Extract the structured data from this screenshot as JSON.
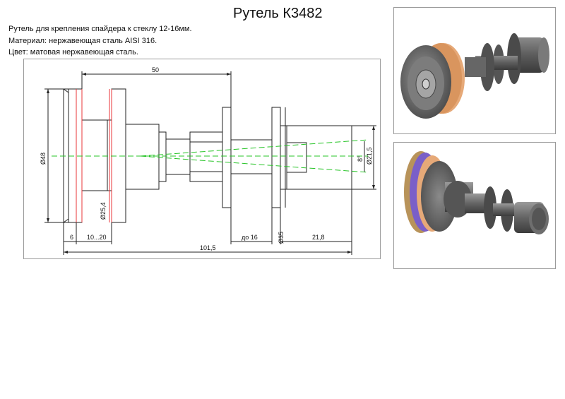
{
  "title": "Рутель К3482",
  "description": [
    "Рутель для крепления спайдера к стеклу 12-16мм.",
    "Материал: нержавеющая сталь AISI 316.",
    "Цвет: матовая нержавеющая сталь."
  ],
  "dimensions": {
    "d48": "Ø48",
    "d25_4": "Ø25,4",
    "d35": "Ø35",
    "d21_5": "Ø21,5",
    "angle": "8°",
    "len50": "50",
    "len6": "6",
    "len10_20": "10...20",
    "len_do16": "до 16",
    "len21_8": "21,8",
    "len101_5": "101,5"
  },
  "colors": {
    "line": "#222222",
    "red": "#e8363a",
    "green": "#27c427",
    "copper": "#e6a978",
    "purple": "#7a5fc8",
    "steel": "#6b6b6b",
    "steel_dark": "#3f3f3f"
  }
}
